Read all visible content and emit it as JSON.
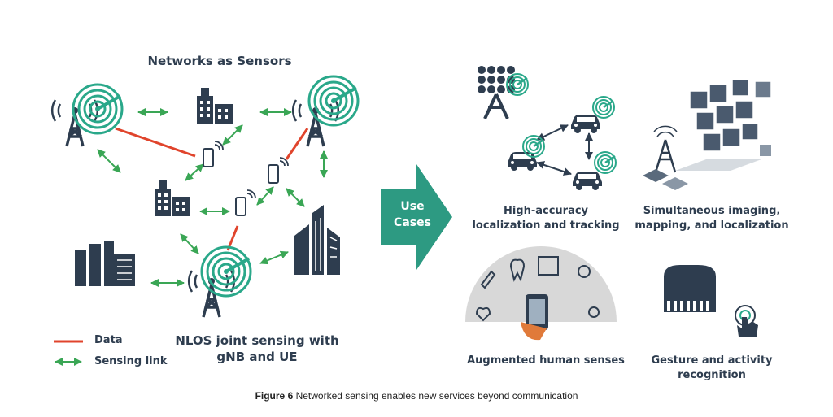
{
  "left_panel": {
    "title": "Networks as Sensors",
    "subtitle_line1": "NLOS joint sensing with",
    "subtitle_line2": "gNB and UE",
    "legend": [
      {
        "label": "Data",
        "color": "#e0442c"
      },
      {
        "label": "Sensing link",
        "color": "#3aa655"
      }
    ]
  },
  "arrow": {
    "line1": "Use",
    "line2": "Cases",
    "color": "#2d9a82"
  },
  "use_cases": [
    {
      "line1": "High-accuracy",
      "line2": "localization and tracking"
    },
    {
      "line1": "Simultaneous imaging,",
      "line2": "mapping, and localization"
    },
    {
      "line1": "Augmented human senses",
      "line2": ""
    },
    {
      "line1": "Gesture and activity",
      "line2": "recognition"
    }
  ],
  "caption": {
    "label": "Figure 6",
    "text": " Networked sensing enables new services beyond communication"
  },
  "colors": {
    "teal": "#2aa88a",
    "navy": "#2e3d4f",
    "red": "#e0442c",
    "green": "#3aa655"
  }
}
